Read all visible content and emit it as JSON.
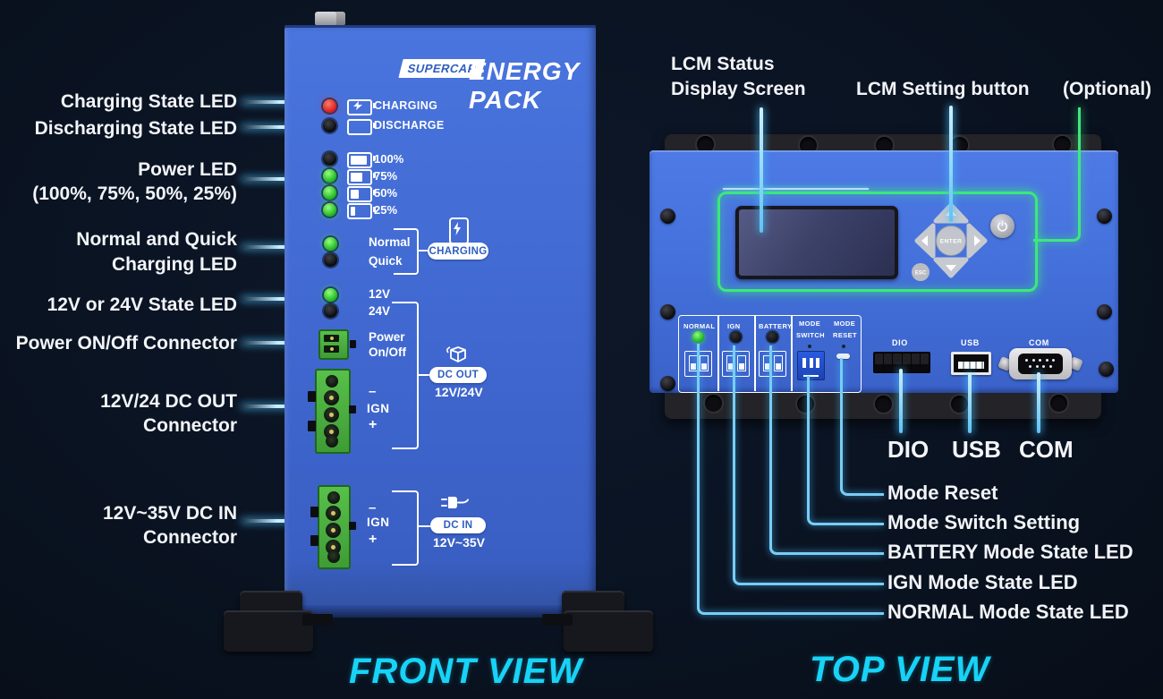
{
  "colors": {
    "accent_cyan": "#17d3f7",
    "callout_line_cyan": "#6fcdf7",
    "optional_green": "#3ee87f",
    "device_blue": "#4170d8",
    "led_red": "#e63232",
    "led_green": "#46d83c",
    "connector_green": "#4db843"
  },
  "front_view": {
    "caption": "FRONT VIEW",
    "brand_badge": "SUPERCAP",
    "product_name_line1": "ENERGY",
    "product_name_line2": "PACK",
    "charging_led_label": "CHARGING",
    "discharge_led_label": "DISCHARGE",
    "power_levels": [
      "100%",
      "75%",
      "50%",
      "25%"
    ],
    "charge_mode_normal": "Normal",
    "charge_mode_quick": "Quick",
    "charging_badge": "CHARGING",
    "voltage_12": "12V",
    "voltage_24": "24V",
    "power_onoff_line1": "Power",
    "power_onoff_line2": "On/Off",
    "dc_out_pin_minus": "–",
    "dc_out_pin_ign": "IGN",
    "dc_out_pin_plus": "+",
    "dc_out_badge": "DC OUT",
    "dc_out_range": "12V/24V",
    "dc_in_pin_minus": "–",
    "dc_in_pin_ign": "IGN",
    "dc_in_pin_plus": "+",
    "dc_in_badge": "DC IN",
    "dc_in_range": "12V~35V",
    "callouts": {
      "charging": "Charging State LED",
      "discharging": "Discharging State LED",
      "power_line1": "Power LED",
      "power_line2": "(100%, 75%, 50%, 25%)",
      "normal_quick_line1": "Normal and Quick",
      "normal_quick_line2": "Charging LED",
      "state_12_24": "12V or 24V State LED",
      "power_onoff": "Power ON/Off Connector",
      "dc_out_line1": "12V/24 DC OUT",
      "dc_out_line2": "Connector",
      "dc_in_line1": "12V~35V DC IN",
      "dc_in_line2": "Connector"
    }
  },
  "top_view": {
    "caption": "TOP VIEW",
    "callouts_top": {
      "lcm_status_line1": "LCM Status",
      "lcm_status_line2": "Display Screen",
      "lcm_setting": "LCM Setting button",
      "optional": "(Optional)"
    },
    "buttons": {
      "enter": "ENTER",
      "esc": "ESC"
    },
    "mode_panel": {
      "normal": "NORMAL",
      "ign": "IGN",
      "battery": "BATTERY",
      "mode_switch_line1": "MODE",
      "mode_switch_line2": "SWITCH",
      "mode_reset_line1": "MODE",
      "mode_reset_line2": "RESET"
    },
    "ports": {
      "dio": "DIO",
      "usb": "USB",
      "com": "COM"
    },
    "port_callouts": {
      "dio": "DIO",
      "usb": "USB",
      "com": "COM"
    },
    "callouts_bottom": {
      "mode_reset": "Mode Reset",
      "mode_switch": "Mode Switch Setting",
      "battery": "BATTERY Mode State LED",
      "ign": "IGN Mode State LED",
      "normal": "NORMAL Mode State LED"
    }
  }
}
